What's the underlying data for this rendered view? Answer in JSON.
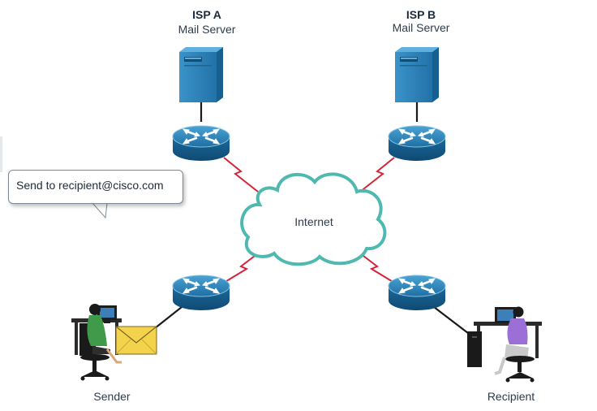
{
  "isp_a": {
    "name": "ISP A",
    "server_label": "Mail Server"
  },
  "isp_b": {
    "name": "ISP B",
    "server_label": "Mail Server"
  },
  "cloud_label": "Internet",
  "callout_text": "Send to recipient@cisco.com",
  "sender_label": "Sender",
  "recipient_label": "Recipient",
  "colors": {
    "router_blue": "#2a7db0",
    "server_blue": "#2c7fb5",
    "serial_link": "#d4243a",
    "cloud_outline": "#4fb9b0",
    "envelope": "#f3d24c",
    "sender_shirt": "#3f9a4a",
    "recipient_shirt": "#9b6fd6"
  },
  "icons": [
    "mail-server-icon",
    "router-icon",
    "cloud-icon",
    "workstation-icon",
    "envelope-icon"
  ]
}
